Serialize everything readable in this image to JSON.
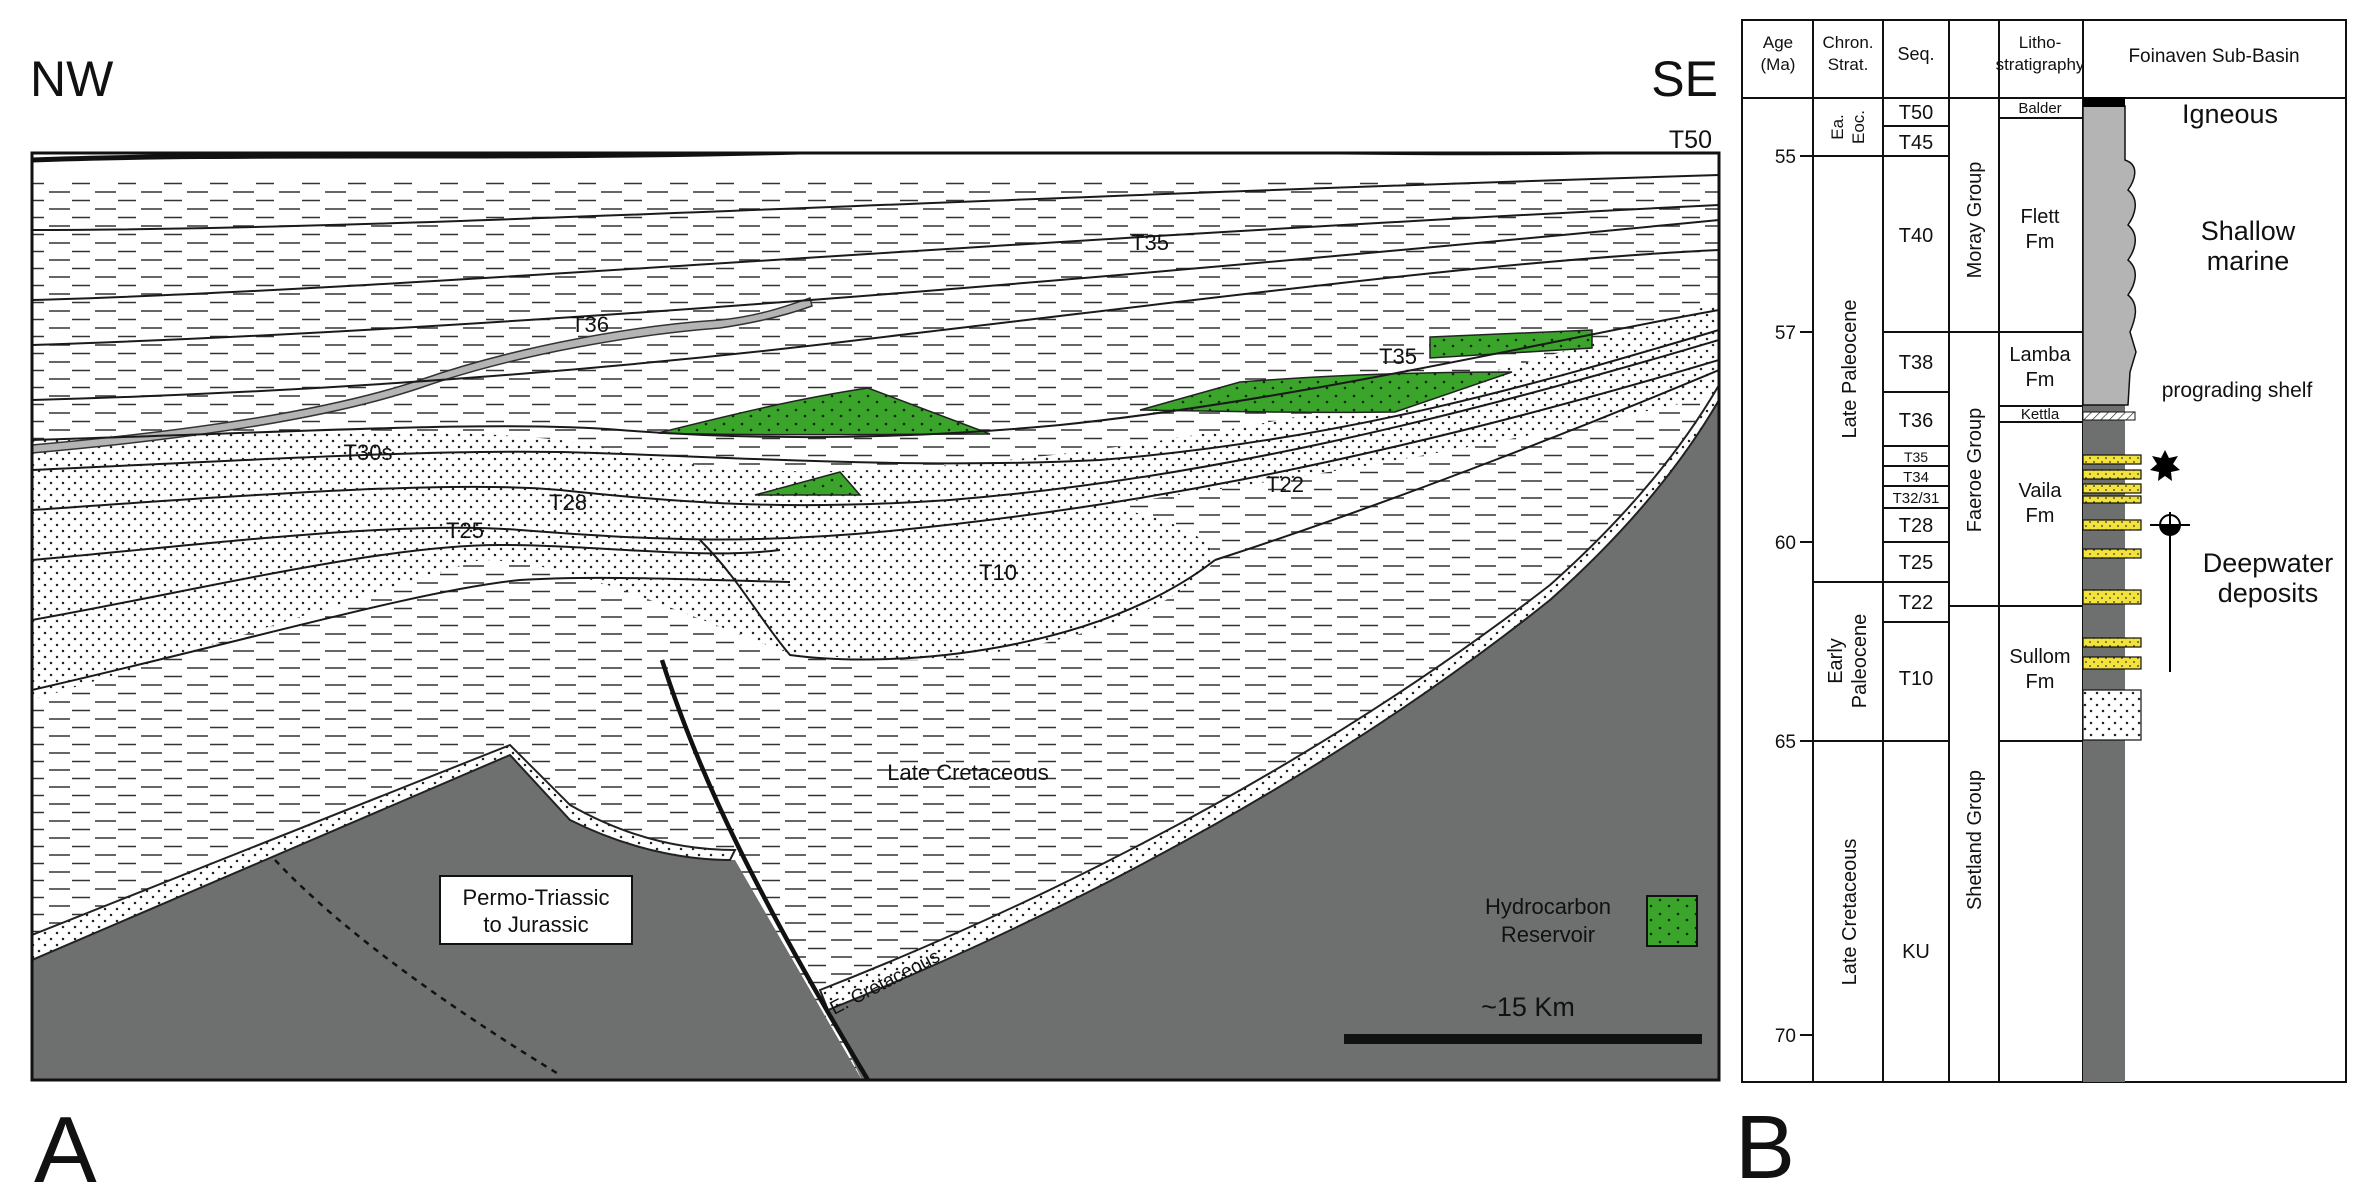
{
  "panel_a": {
    "panel_letter": "A",
    "direction_left": "NW",
    "direction_right": "SE",
    "horizon_top": "T50",
    "sequence_labels": {
      "t35_upper": "T35",
      "t35_lower": "T35",
      "t36": "T36",
      "t30s": "T30s",
      "t28": "T28",
      "t25": "T25",
      "t22": "T22",
      "t10": "T10"
    },
    "late_cretaceous": "Late Cretaceous",
    "basement_line1": "Permo-Triassic",
    "basement_line2": "to Jurassic",
    "early_cretaceous": "E. Cretaceous",
    "legend_line1": "Hydrocarbon",
    "legend_line2": "Reservoir",
    "scale_label": "~15 Km",
    "colors": {
      "reservoir": "#3aa52a",
      "basement": "#6e7070",
      "t36_bed": "#b4b4b4"
    }
  },
  "panel_b": {
    "panel_letter": "B",
    "headers": {
      "age_line1": "Age",
      "age_line2": "(Ma)",
      "chron_line1": "Chron.",
      "chron_line2": "Strat.",
      "seq": "Seq.",
      "litho_line1": "Litho-",
      "litho_line2": "stratigraphy",
      "basin": "Foinaven Sub-Basin"
    },
    "age_ticks": [
      "55",
      "57",
      "60",
      "65",
      "70"
    ],
    "chronostratigraphy": {
      "ea_line1": "Ea.",
      "ea_line2": "Eoc.",
      "late_paleocene": "Late Paleocene",
      "early_line1": "Early",
      "early_line2": "Paleocene",
      "late_cretaceous": "Late Cretaceous"
    },
    "sequences": [
      "T50",
      "T45",
      "T40",
      "T38",
      "T36",
      "T35",
      "T34",
      "T32/31",
      "T28",
      "T25",
      "T22",
      "T10",
      "KU"
    ],
    "groups": [
      "Moray Group",
      "Faeroe Group",
      "Shetland Group"
    ],
    "formations": {
      "balder": "Balder",
      "flett_line1": "Flett",
      "flett_line2": "Fm",
      "lamba_line1": "Lamba",
      "lamba_line2": "Fm",
      "kettla": "Kettla",
      "vaila_line1": "Vaila",
      "vaila_line2": "Fm",
      "sullom_line1": "Sullom",
      "sullom_line2": "Fm"
    },
    "environments": {
      "igneous": "Igneous",
      "shallow_line1": "Shallow",
      "shallow_line2": "marine",
      "prograding": "prograding shelf",
      "deep_line1": "Deepwater",
      "deep_line2": "deposits"
    },
    "colors": {
      "shale": "#6e7070",
      "shallow_grey": "#b4b4b4",
      "sand": "#f2e23a",
      "igneous": "#000000"
    }
  }
}
